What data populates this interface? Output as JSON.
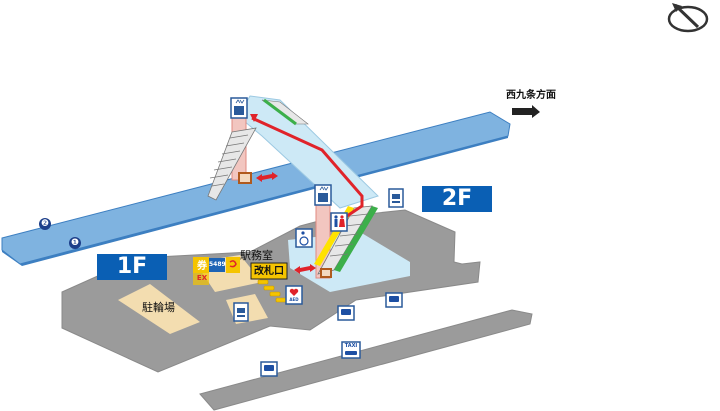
{
  "floors": {
    "upper": "2F",
    "ground": "1F"
  },
  "direction_label": "西九条方面",
  "platform_numbers": [
    "❷",
    "❶"
  ],
  "rooms": {
    "station_office": "駅務室",
    "ticket_gate": "改札口",
    "bicycle_parking": "駐輪場"
  },
  "signs": {
    "ticket": "券",
    "express": "EX",
    "ic_card": "5489",
    "aed": "AED",
    "taxi": "TAXI"
  },
  "colors": {
    "track": "#7fb3e0",
    "track_edge": "#3d7fc1",
    "floor_gray": "#9b9b9b",
    "concourse": "#cfe8f5",
    "floor_badge": "#0a5fb4",
    "route": "#e0232a",
    "yellow_area": "#f3ddb0",
    "yellow_sign": "#f5c400"
  },
  "icons": [
    "compass-icon",
    "elevator-icon",
    "toilet-icon",
    "accessible-toilet-icon",
    "ticket-machine-icon",
    "bus-icon",
    "taxi-icon",
    "aed-icon",
    "locker-icon"
  ]
}
